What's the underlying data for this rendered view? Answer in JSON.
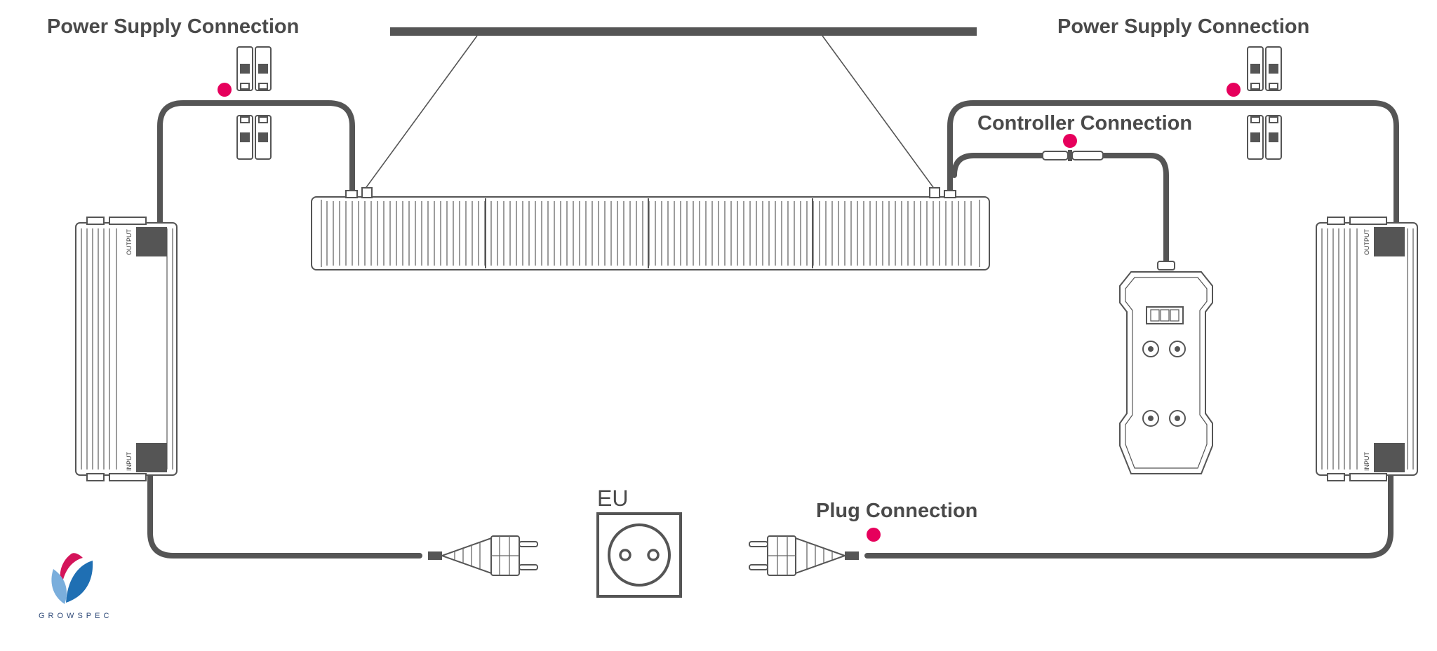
{
  "labels": {
    "power_supply_left": "Power Supply Connection",
    "power_supply_right": "Power Supply Connection",
    "controller": "Controller Connection",
    "plug": "Plug Connection",
    "socket_region": "EU",
    "driver_output": "OUTPUT",
    "driver_input": "INPUT"
  },
  "brand": {
    "name": "GROWSPEC"
  },
  "colors": {
    "cable": "#555555",
    "marker": "#e6005c",
    "logo_red": "#d4145a",
    "logo_blue": "#1f6fb3",
    "logo_light_blue": "#7aaedc"
  },
  "icons": [
    "power-supply-driver",
    "wago-connector",
    "led-light-bar",
    "controller-unit",
    "schuko-plug",
    "eu-socket",
    "connection-marker-dot",
    "growspec-logo"
  ]
}
